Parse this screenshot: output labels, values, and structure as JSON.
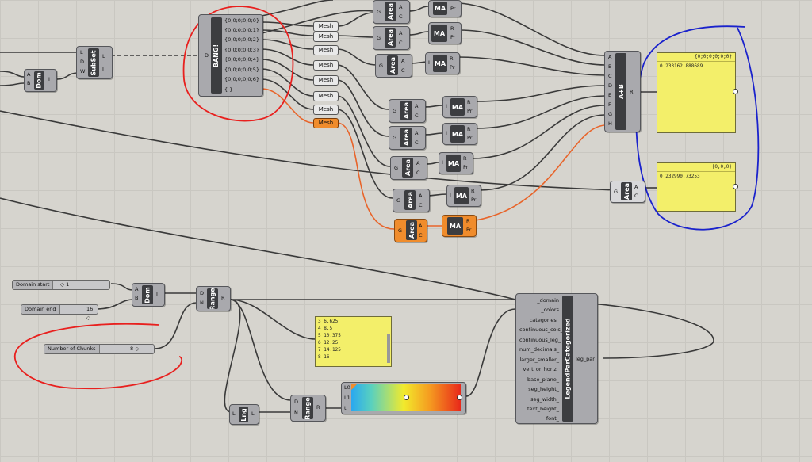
{
  "window": {
    "canvas_name": "grasshopper-canvas"
  },
  "components": {
    "dom_top": {
      "title": "Dom",
      "inputs": [
        "A",
        "B"
      ],
      "outputs": [
        "I"
      ]
    },
    "subset": {
      "title": "SubSet",
      "inputs": [
        "L",
        "D",
        "W"
      ],
      "outputs": [
        "L",
        "I"
      ]
    },
    "bang": {
      "title": "BANG!",
      "input": "D",
      "outputs": [
        "{0;0;0;0;0;0}",
        "{0;0;0;0;0;1}",
        "{0;0;0;0;0;2}",
        "{0;0;0;0;0;3}",
        "{0;0;0;0;0;4}",
        "{0;0;0;0;0;5}",
        "{0;0;0;0;0;6}",
        "{ }"
      ]
    },
    "mesh_label": "Mesh",
    "area_title": "Area",
    "ma_title": "MA",
    "area_in": "G",
    "area_outs": [
      "A",
      "C"
    ],
    "ma_in": "I",
    "ma_outs": [
      "R",
      "Pr"
    ],
    "addition": {
      "title": "A+B",
      "inputs": [
        "A",
        "B",
        "C",
        "D",
        "E",
        "F",
        "G",
        "H"
      ],
      "output": "R"
    },
    "area_single": {
      "title": "Area",
      "input": "G",
      "outputs": [
        "A",
        "C"
      ]
    },
    "dom_bottom": {
      "title": "Dom",
      "inputs": [
        "A",
        "B"
      ],
      "outputs": [
        "I"
      ]
    },
    "range_top": {
      "title": "Range",
      "inputs": [
        "D",
        "N"
      ],
      "outputs": [
        "R"
      ]
    },
    "lng": {
      "title": "Lng",
      "inputs": [
        "L"
      ],
      "outputs": [
        "L"
      ]
    },
    "range_bottom": {
      "title": "Range",
      "inputs": [
        "D",
        "N"
      ],
      "outputs": [
        "R"
      ]
    },
    "gradient": {
      "inputs": [
        "L0",
        "L1",
        "t"
      ]
    },
    "legend": {
      "title": "LegendParCategorized",
      "inputs": [
        "_domain",
        "_colors",
        "categories_",
        "continuous_cols_",
        "continuous_leg_",
        "num_decimals_",
        "larger_smaller_",
        "vert_or_horiz_",
        "base_plane_",
        "seg_height_",
        "seg_width_",
        "text_height_",
        "font_"
      ],
      "output": "leg_par"
    }
  },
  "sliders": {
    "domain_start": {
      "label": "Domain start",
      "value": "1"
    },
    "domain_end": {
      "label": "Domain end",
      "value": "16"
    },
    "chunks": {
      "label": "Number of Chunks",
      "value": "8"
    }
  },
  "panels": {
    "sum_top": {
      "header": "{0;0;0;0;0;0}",
      "line": "0 233162.888689"
    },
    "sum_single": {
      "header": "{0;0;0}",
      "line": "0 232990.73253"
    },
    "range_values": [
      "3 6.625",
      "4 8.5",
      "5 10.375",
      "6 12.25",
      "7 14.125",
      "8 16"
    ]
  },
  "annotation_colors": {
    "red": "#e8201e",
    "blue": "#1a22cc"
  },
  "wire_colors": {
    "normal": "#3a3a3a",
    "selected": "#e8642a"
  }
}
